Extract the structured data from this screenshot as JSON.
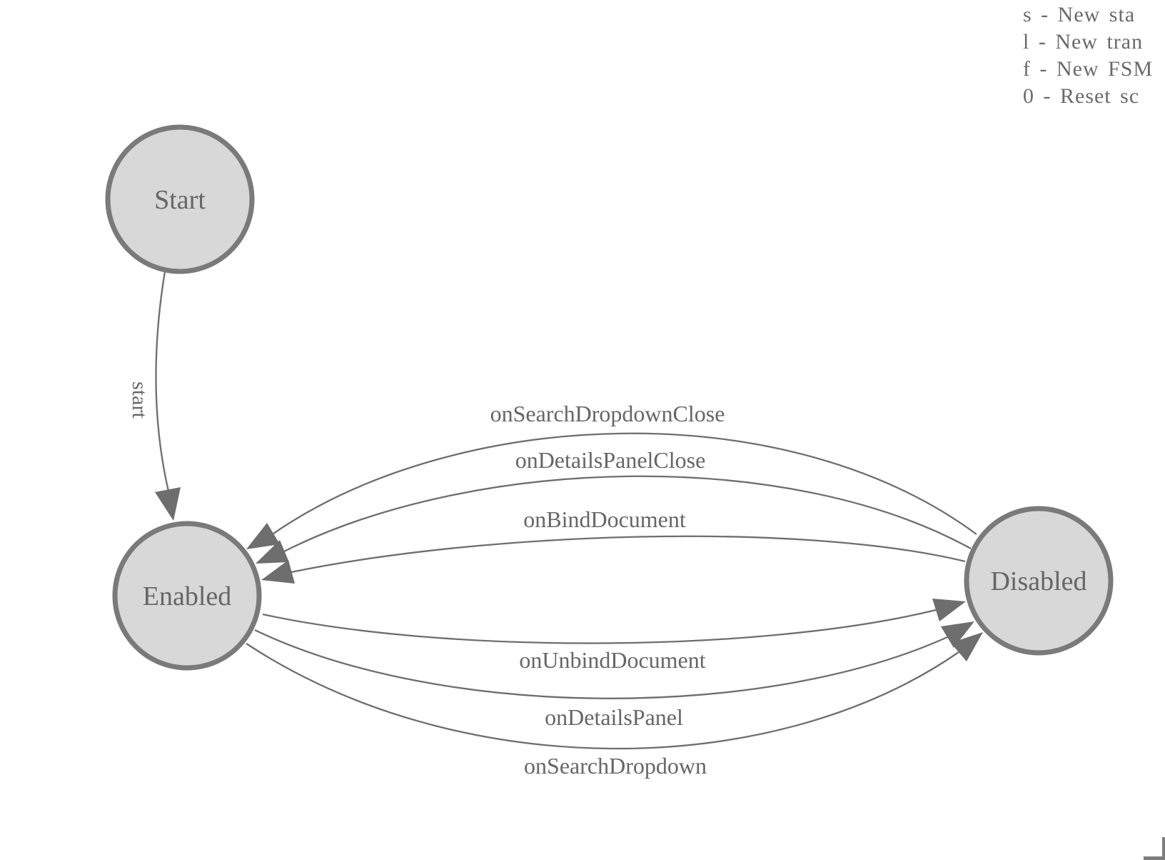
{
  "colors": {
    "node_fill": "#d8d8d8",
    "node_border": "#7a7a7a",
    "edge_stroke": "#6e6e6e",
    "label_text": "#666666"
  },
  "states": {
    "start": "Start",
    "enabled": "Enabled",
    "disabled": "Disabled"
  },
  "transitions": {
    "start_to_enabled": "start",
    "disabled_to_enabled": [
      "onSearchDropdownClose",
      "onDetailsPanelClose",
      "onBindDocument"
    ],
    "enabled_to_disabled": [
      "onUnbindDocument",
      "onDetailsPanel",
      "onSearchDropdown"
    ]
  },
  "legend": {
    "lines": [
      "s - New sta",
      "l - New tran",
      "f - New FSM",
      "0 - Reset sc"
    ]
  }
}
